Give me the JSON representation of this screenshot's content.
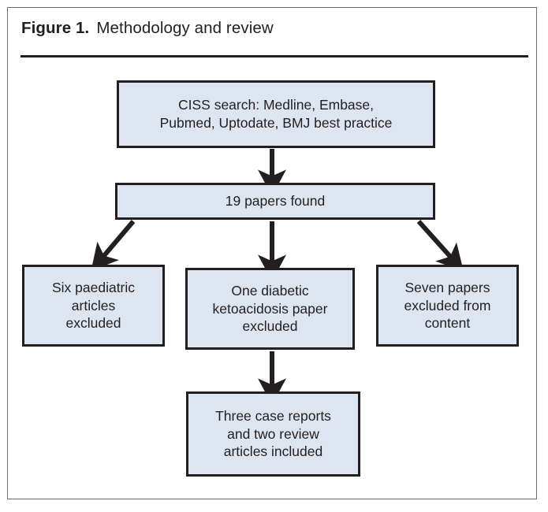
{
  "figure": {
    "label": "Figure 1.",
    "caption": "Methodology and review"
  },
  "colors": {
    "box_fill": "#dde5f0",
    "box_border": "#231f20",
    "frame_border": "#6d6e70",
    "text": "#231f20",
    "arrow": "#231f20",
    "background": "#ffffff"
  },
  "flowchart": {
    "type": "flowchart",
    "orientation": "top-down",
    "nodes": [
      {
        "id": "search",
        "text": "CISS search: Medline, Embase,\nPubmed, Uptodate, BMJ best practice",
        "level": 0
      },
      {
        "id": "found",
        "text": "19 papers found",
        "level": 1
      },
      {
        "id": "paediatric-excluded",
        "text": "Six paediatric\narticles\nexcluded",
        "level": 2
      },
      {
        "id": "dka-excluded",
        "text": "One diabetic\nketoacidosis paper\nexcluded",
        "level": 2
      },
      {
        "id": "content-excluded",
        "text": "Seven papers\nexcluded from\ncontent",
        "level": 2
      },
      {
        "id": "included",
        "text": "Three case reports\nand two review\narticles included",
        "level": 3
      }
    ],
    "edges": [
      {
        "from": "search",
        "to": "found",
        "style": "straight-down"
      },
      {
        "from": "found",
        "to": "paediatric-excluded",
        "style": "diagonal-down-left"
      },
      {
        "from": "found",
        "to": "dka-excluded",
        "style": "straight-down"
      },
      {
        "from": "found",
        "to": "content-excluded",
        "style": "diagonal-down-right"
      },
      {
        "from": "dka-excluded",
        "to": "included",
        "style": "straight-down"
      }
    ]
  }
}
